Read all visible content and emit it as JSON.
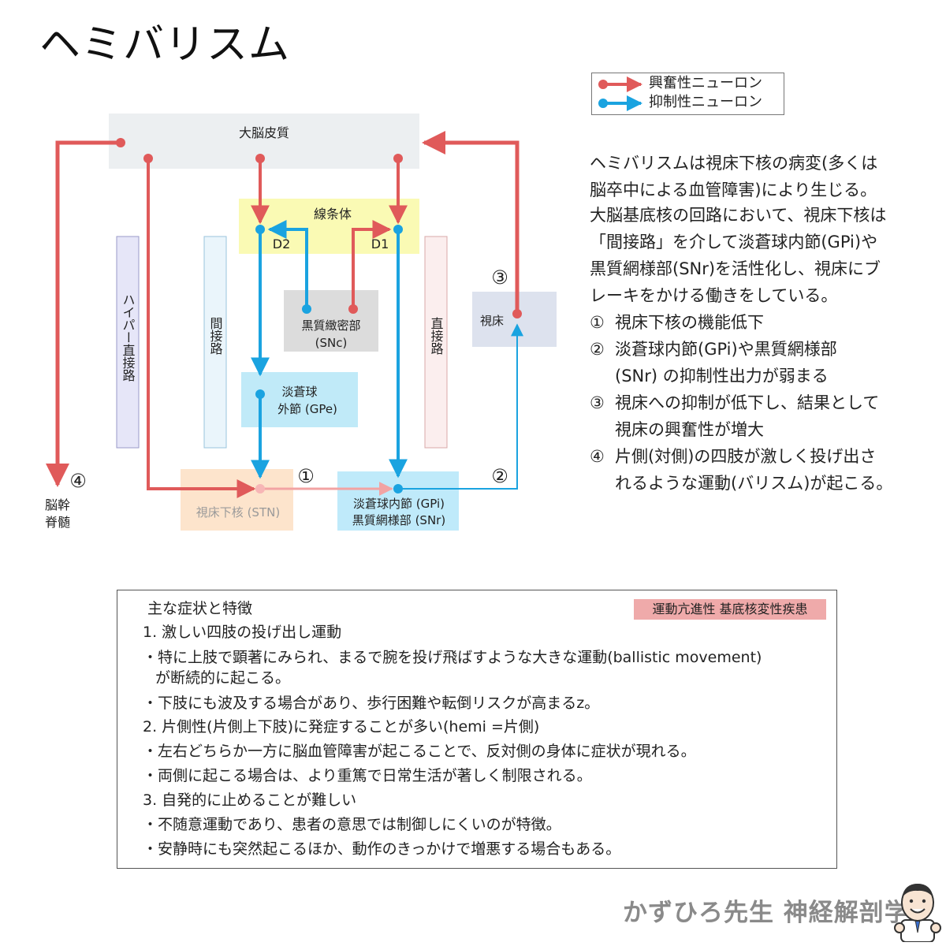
{
  "title": "ヘミバリスム",
  "legend": {
    "excitatory": "興奮性ニューロン",
    "inhibitory": "抑制性ニューロン",
    "colors": {
      "excitatory": "#e05a5a",
      "inhibitory": "#1aa3e0"
    }
  },
  "diagram": {
    "cortex": "大脳皮質",
    "striatum": "線条体",
    "d2": "D2",
    "d1": "D1",
    "hyperdirect": "ハイパー直接路",
    "indirect": "間接路",
    "direct": "直接路",
    "snc_line1": "黒質緻密部",
    "snc_line2": "(SNc)",
    "gpe_line1": "淡蒼球",
    "gpe_line2": "外節 (GPe)",
    "thalamus": "視床",
    "stn": "視床下核 (STN)",
    "gpi_line1": "淡蒼球内節 (GPi)",
    "gpi_line2": "黒質網様部 (SNr)",
    "brainstem_line1": "脳幹",
    "brainstem_line2": "脊髄",
    "marker1": "①",
    "marker2": "②",
    "marker3": "③",
    "marker4": "④"
  },
  "description": {
    "para1": [
      "ヘミバリスムは視床下核の病変(多くは",
      "脳卒中による血管障害)により生じる。"
    ],
    "para2": [
      "大脳基底核の回路において、視床下核は",
      "「間接路」を介して淡蒼球内節(GPi)や",
      "黒質網様部(SNr)を活性化し、視床にブ",
      "レーキをかける働きをしている。"
    ],
    "steps": [
      {
        "num": "①",
        "lines": [
          "視床下核の機能低下"
        ]
      },
      {
        "num": "②",
        "lines": [
          "淡蒼球内節(GPi)や黒質網様部",
          "(SNr) の抑制性出力が弱まる"
        ]
      },
      {
        "num": "③",
        "lines": [
          "視床への抑制が低下し、結果として",
          "視床の興奮性が増大"
        ]
      },
      {
        "num": "④",
        "lines": [
          "片側(対側)の四肢が激しく投げ出さ",
          "れるような運動(バリスム)が起こる。"
        ]
      }
    ]
  },
  "symptoms": {
    "heading": "主な症状と特徴",
    "badge": "運動亢進性 基底核変性疾患",
    "lines": [
      "1. 激しい四肢の投げ出し運動",
      "・特に上肢で顕著にみられ、まるで腕を投げ飛ばすような大きな運動(ballistic movement)",
      "が断続的に起こる。",
      "・下肢にも波及する場合があり、歩行困難や転倒リスクが高まるz。",
      "2. 片側性(片側上下肢)に発症することが多い(hemi =片側)",
      "・左右どちらか一方に脳血管障害が起こることで、反対側の身体に症状が現れる。",
      "・両側に起こる場合は、より重篤で日常生活が著しく制限される。",
      "3. 自発的に止めることが難しい",
      "・不随意運動であり、患者の意思では制御しにくいのが特徴。",
      "・安静時にも突然起こるほか、動作のきっかけで増悪する場合もある。"
    ]
  },
  "footer": {
    "brand": "かずひろ先生 神経解剖学"
  }
}
